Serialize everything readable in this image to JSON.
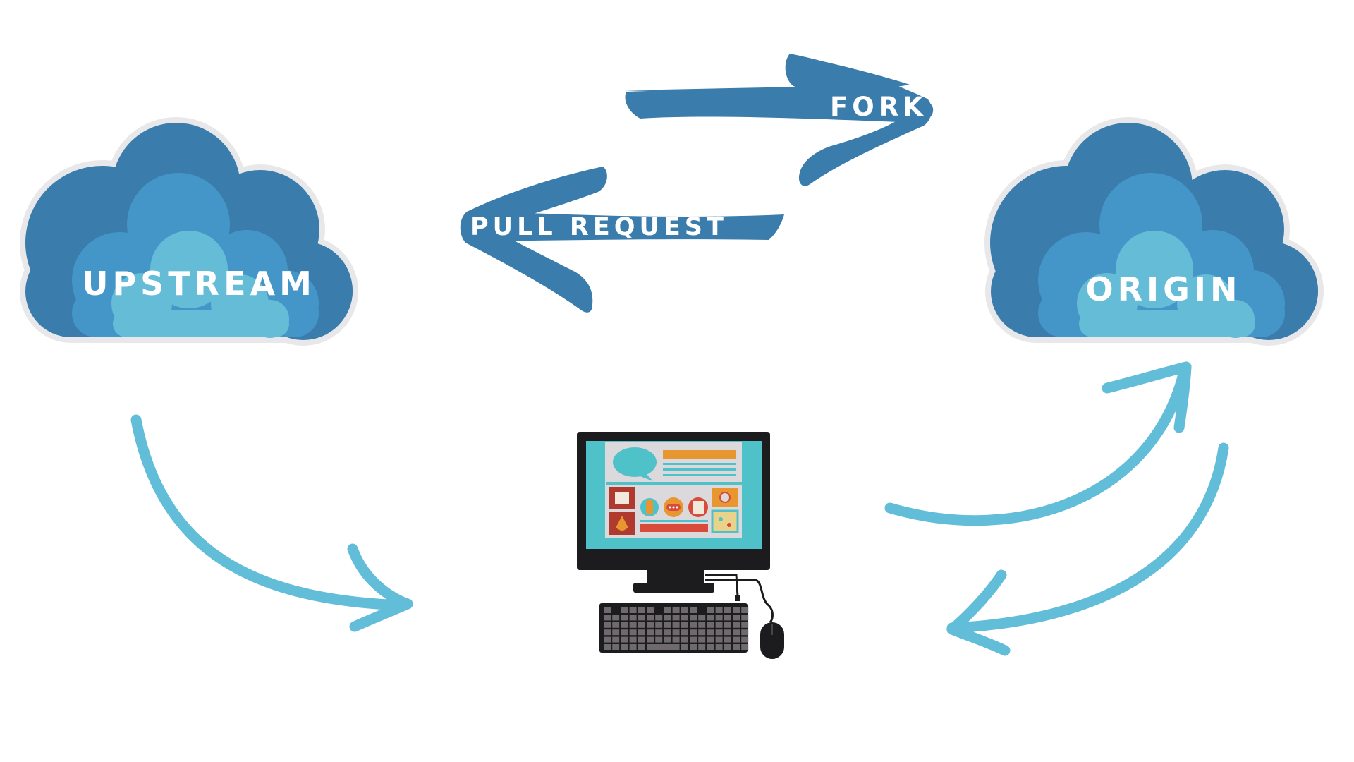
{
  "diagram": {
    "upstream": {
      "label": "UPSTREAM"
    },
    "origin": {
      "label": "ORIGIN"
    },
    "fork": {
      "label": "FORK"
    },
    "pull_request": {
      "label": "PULL REQUEST"
    },
    "colors": {
      "cloud_outline": "#e8e8ea",
      "cloud_dark": "#3a7cab",
      "cloud_mid": "#4496c9",
      "cloud_light": "#64bcd7",
      "banner_arrow": "#3a7cab",
      "curved_arrow": "#62bdd9",
      "monitor_frame": "#1c1c1e",
      "screen_teal": "#4fc2c9",
      "screen_panel": "#dcd9dc",
      "accent_orange": "#e8962f",
      "accent_red": "#d84a3a",
      "keyboard_key": "#6e6a6e"
    },
    "icons": [
      "cloud-icon",
      "desktop-computer-icon",
      "keyboard-icon",
      "mouse-icon"
    ]
  }
}
